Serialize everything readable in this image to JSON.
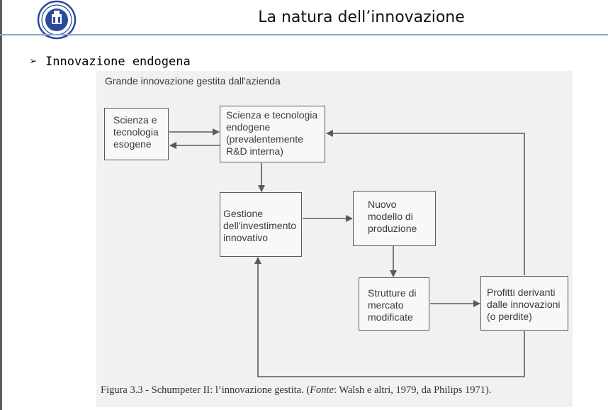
{
  "header": {
    "title": "La natura dell’innovazione"
  },
  "bullet": {
    "marker": "➢",
    "text": "Innovazione endogena"
  },
  "diagram": {
    "heading": "Grande innovazione gestita dall'azienda",
    "boxes": {
      "exogenous": "Scienza e\ntecnologia\nesogene",
      "endogenous": "Scienza e tecnologia\nendogene\n(prevalentemente\nR&D interna)",
      "investment": "Gestione\ndell'investimento\ninnovativo",
      "production": "Nuovo\nmodello di\nproduzione",
      "market": "Strutture di\nmercato\nmodificate",
      "profits": "Profitti derivanti\ndalle innovazioni\n(o perdite)"
    }
  },
  "caption": {
    "prefix": "Figura 3.3 - Schumpeter II: l’innovazione gestita. (",
    "source_label": "Fonte",
    "suffix": ": Walsh e altri, 1979, da Philips 1971)."
  },
  "colors": {
    "header_line": "#8fa7c9",
    "logo_blue": "#2a4a9a",
    "diagram_bg": "#f1f1ef",
    "ink": "#5a5a5a"
  }
}
